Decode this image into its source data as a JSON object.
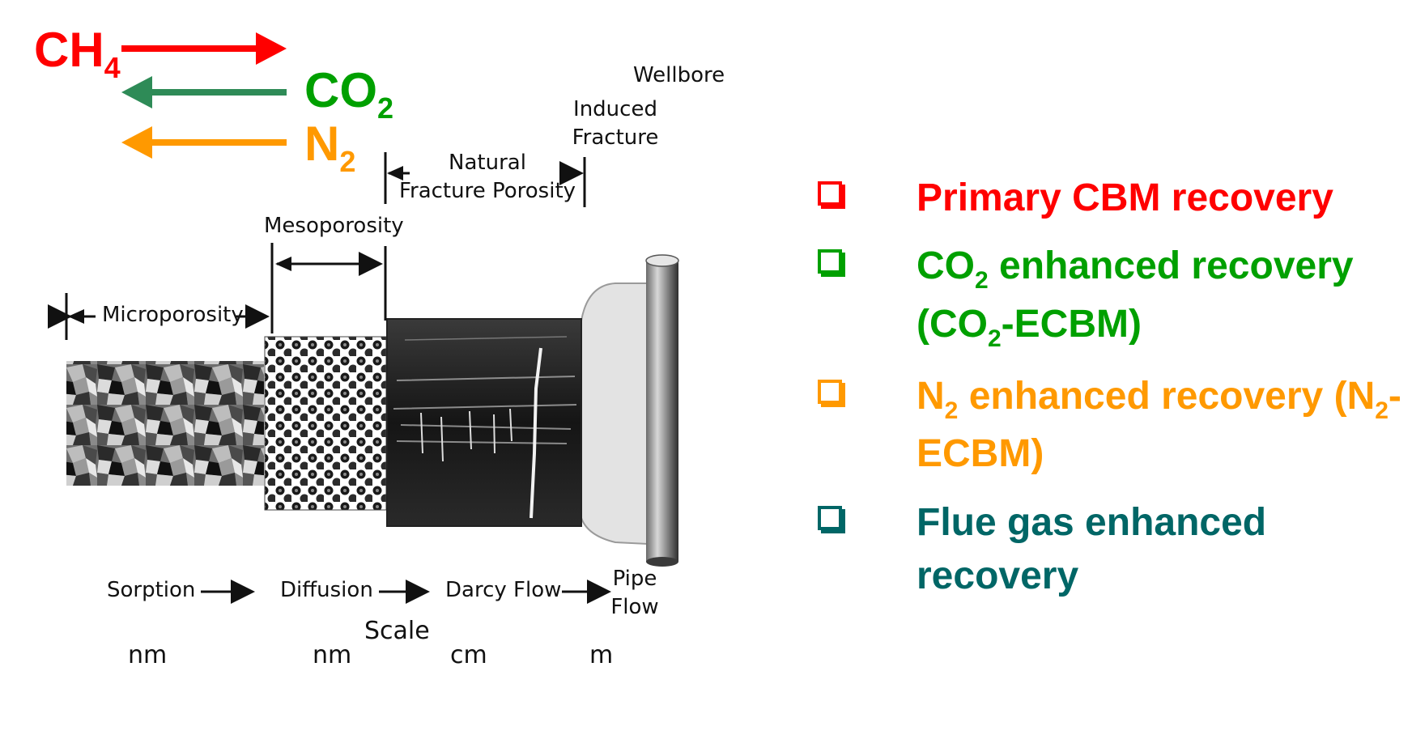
{
  "gases": [
    {
      "id": "ch4",
      "base": "CH",
      "sub": "4",
      "color": "#ff0000",
      "arrow": "right"
    },
    {
      "id": "co2",
      "base": "CO",
      "sub": "2",
      "color": "#00a000",
      "arrow": "left",
      "arrow_color": "#2e8b57"
    },
    {
      "id": "n2",
      "base": "N",
      "sub": "2",
      "color": "#ff9900",
      "arrow": "left"
    }
  ],
  "labels": {
    "wellbore": "Wellbore",
    "induced_fracture": "Induced\nFracture",
    "natural_fracture": "Natural\nFracture Porosity",
    "mesoporosity": "Mesoporosity",
    "microporosity": "Microporosity",
    "sorption": "Sorption",
    "diffusion": "Diffusion",
    "darcy": "Darcy Flow",
    "pipe": "Pipe\nFlow",
    "scale": "Scale",
    "units": [
      "nm",
      "nm",
      "cm",
      "m"
    ]
  },
  "legend": [
    {
      "color": "#ff0000",
      "parts": [
        {
          "t": "Primary CBM recovery"
        }
      ]
    },
    {
      "color": "#00a000",
      "parts": [
        {
          "t": "CO"
        },
        {
          "s": "2"
        },
        {
          "t": " enhanced recovery (CO"
        },
        {
          "s": "2"
        },
        {
          "t": "-ECBM)"
        }
      ]
    },
    {
      "color": "#ff9900",
      "parts": [
        {
          "t": "N"
        },
        {
          "s": "2"
        },
        {
          "t": " enhanced recovery (N"
        },
        {
          "s": "2"
        },
        {
          "t": "-ECBM)"
        }
      ]
    },
    {
      "color": "#006666",
      "parts": [
        {
          "t": "Flue gas enhanced recovery"
        }
      ]
    }
  ]
}
